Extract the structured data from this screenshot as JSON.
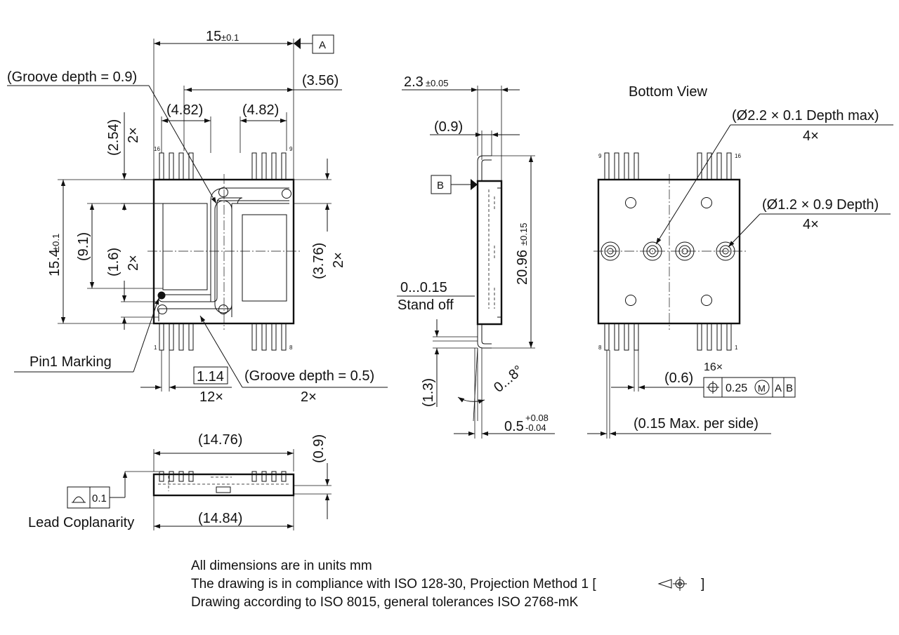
{
  "top_view": {
    "width_main": "15",
    "width_tol": "±0.1",
    "datum_a": "A",
    "groove_top": "(Groove depth = 0.9)",
    "dim_356": "(3.56)",
    "dim_482_left": "(4.82)",
    "dim_482_right": "(4.82)",
    "dim_254": "(2.54)",
    "count_2x_a": "2×",
    "height_main": "15.4",
    "height_tol": "±0.1",
    "dim_91": "(9.1)",
    "dim_16": "(1.6)",
    "count_2x_b": "2×",
    "dim_376": "(3.76)",
    "count_2x_c": "2×",
    "pin_16": "16",
    "pin_9": "9",
    "pin_1": "1",
    "pin_8": "8",
    "pin1_marking": "Pin1 Marking",
    "pitch": "1.14",
    "count_12x": "12×",
    "groove_bottom": "(Groove depth = 0.5)",
    "count_2x_d": "2×"
  },
  "side_view": {
    "thickness_main": "2.3",
    "thickness_tol": "±0.05",
    "dim_09": "(0.9)",
    "datum_b": "B",
    "length_main": "20.96",
    "length_tol": "±0.15",
    "standoff_value": "0...0.15",
    "standoff_label": "Stand off",
    "dim_13": "(1.3)",
    "angle": "0...8°",
    "lead_main": "0.5",
    "lead_tol_plus": "+0.08",
    "lead_tol_minus": "-0.04"
  },
  "bottom_view": {
    "title": "Bottom View",
    "hole_large": "(Ø2.2 × 0.1 Depth max)",
    "count_4x_a": "4×",
    "hole_small": "(Ø1.2 × 0.9 Depth)",
    "count_4x_b": "4×",
    "pin_9": "9",
    "pin_16": "16",
    "pin_8": "8",
    "pin_1": "1",
    "dim_06": "(0.6)",
    "count_16x": "16×",
    "position_symbol": "⌖",
    "tolerance": "0.25",
    "modifier": "M",
    "datum_1": "A",
    "datum_2": "B",
    "max_per_side": "(0.15 Max. per side)"
  },
  "front_view": {
    "dim_1476": "(14.76)",
    "dim_09": "(0.9)",
    "dim_1484": "(14.84)",
    "coplanarity_value": "0.1",
    "coplanarity_label": "Lead Coplanarity"
  },
  "notes": [
    "All dimensions are in units mm",
    "The drawing is in compliance with ISO 128-30, Projection Method 1 [",
    "]",
    "Drawing according to ISO 8015, general tolerances ISO 2768-mK"
  ]
}
